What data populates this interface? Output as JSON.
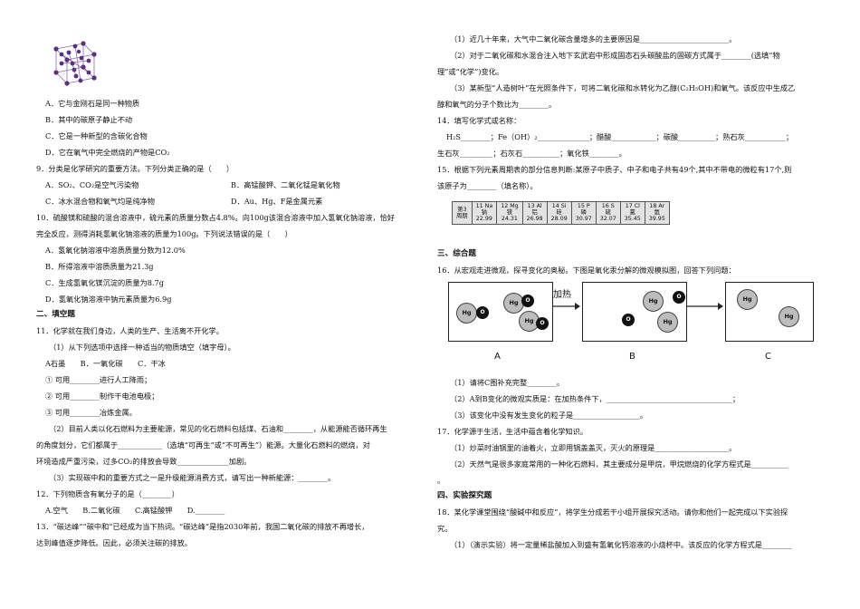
{
  "left": {
    "q8_options": [
      "A．它与金刚石是同一种物质",
      "B．其中的碳原子静止不动",
      "C．它是一种新型的含碳化合物",
      "D．它在氧气中完全燃烧的产物是CO₂"
    ],
    "q9": {
      "stem": "9．分类是化学研究的重要方法。下列分类正确的是（　　）",
      "options": [
        "A．SO₂、CO₂是空气污染物",
        "B．高锰酸钾、二氧化锰是氧化物",
        "C．冰水混合物和氧气均是纯净物",
        "D．Au、Hg、F是金属元素"
      ]
    },
    "q10": {
      "stem_1": "10．硫酸镁和硫酸的混合溶液中，硫元素的质量分数占4.8%。向100g该混合溶液中加入氢氧化钠溶液，恰好",
      "stem_2": "完全反应，测得消耗氢氧化钠溶液的质量为100g。下列说法错误的是（　　）",
      "options": [
        "A．氢氧化钠溶液中溶质质量分数为12.0%",
        "B．所得溶液中溶质质量为21.3g",
        "C．生成氢氧化镁沉淀的质量为8.7g",
        "D．氢氧化钠溶液中钠元素质量为6.9g"
      ]
    },
    "section2": "二、填空题",
    "q11": {
      "stem": "11．化学就在我们身边，人类的生产、生活离不开化学。",
      "p1": "（1）从下列选项中选择一种适当的物质填空（填字母）。",
      "choices": "A石墨　　B．一氧化碳　　C．干冰",
      "b1": "① 可用________进行人工降雨；",
      "b2": "② 可用________制作干电池电极；",
      "b3": "③ 可用________冶炼金属。",
      "p2_1": "（2）目前人类以化石燃料为主要能源，常见的化石燃料包括煤、石油和________，从能源能否循环再生",
      "p2_2": "的角度划分，它们都属于____________（选填“可再生”或“不可再生”）能源。大量化石燃料的燃烧，对",
      "p2_3": "环境造成严重污染，过多CO₂的排放会导致______________加剧。",
      "p3": "（3）实现碳中和的重要方式之一是升级能源消费方式，请写出一种新能源：________。"
    },
    "q12": {
      "stem": "12．下列物质含有氧分子的是（________）",
      "options": "A.空气　　B.二氧化碳　　C.高锰酸钾　　D.________"
    },
    "q13": {
      "stem_1": "13．“碳达峰”“碳中和”已经成为当下热词。“碳达峰”是指2030年前，我国二氧化碳的排放不再增长，",
      "stem_2": "达到峰值逐步降低。因此，必须关注碳的排放。"
    }
  },
  "right": {
    "q13_parts": [
      "（1）近几十年来，大气中二氧化碳含量增多的主要原因是________________________。",
      "（2）对于二氧化碳和水混合注入地下玄武岩中形成固态石头碳酸盐的固碳方式属于________(选填“物",
      "理”或“化学”)变化。",
      "（3）某新型“人造树叶”在光照条件下，可将二氧化碳和水转化为乙醇(C₂H₅OH)和氧气。该反应中生成乙",
      "醇和氧气的分子个数比为________。"
    ],
    "q14": {
      "stem": "14．填写化学式或名称：",
      "line1": "H₂S________；Fe（OH）₂______________；醋酸____________；碳酸__________；熟石灰___________；",
      "line2": "生石灰_________；石灰石__________；氧化铁________。"
    },
    "q15": {
      "stem_1": "15．根据下列元素周期表的部分信息判断:某原子中质子、中子和电子共有49个,其中不带电的微粒有17个,则",
      "stem_2": "该原子为________（填名称）。"
    },
    "periodic_table": {
      "row_label": [
        "第3",
        "周期"
      ],
      "cells": [
        {
          "num": "11 Na",
          "name": "钠",
          "mass": "22.99"
        },
        {
          "num": "12 Mg",
          "name": "镁",
          "mass": "24.31"
        },
        {
          "num": "13 Al",
          "name": "铝",
          "mass": "26.98"
        },
        {
          "num": "14 Si",
          "name": "硅",
          "mass": "28.09"
        },
        {
          "num": "15 P",
          "name": "磷",
          "mass": "30.97"
        },
        {
          "num": "16 S",
          "name": "硫",
          "mass": "32.07"
        },
        {
          "num": "17 Cl",
          "name": "氯",
          "mass": "35.45"
        },
        {
          "num": "18 Ar",
          "name": "氩",
          "mass": "39.95"
        }
      ]
    },
    "section3": "三、综合题",
    "q16": {
      "stem": "16．从宏观走进微观，探寻变化的奥秘。下图是氧化汞分解的微观模拟图，回答下列问题：",
      "diagram": {
        "arrow_label": "加热",
        "hg": "Hg",
        "o": "O",
        "labels": [
          "A",
          "B",
          "C"
        ]
      },
      "parts": [
        "（1）请将C图补充完整________。",
        "（2）A到B变化的微观实质是：在加热条件下，__________________________________；",
        "（3）该变化中没有发生变化的粒子是__________________。"
      ]
    },
    "q17": {
      "stem": "17．化学源于生活，生活中蕴含着化学知识。",
      "p1": "（1）炒菜时油锅里的油着火，立即用锅盖盖灭，灭火的原理是____________________。",
      "p2": "（2）天然气是很多家庭常用的一种化石燃料，其主要成分是甲烷，甲烷燃烧的化学方程式是__________",
      "p2_end": "。"
    },
    "section4": "四、实验探究题",
    "q18": {
      "stem_1": "18．某化学课堂围绕“酸碱中和反应”，将学生分成若干小组开展探究活动。请你和他们一起完成以下实验探",
      "stem_2": "究。",
      "p1": "（1）（演示实验）将一定量稀盐酸加入到盛有氢氧化钙溶液的小烧杯中。该反应的化学方程式是________"
    }
  }
}
